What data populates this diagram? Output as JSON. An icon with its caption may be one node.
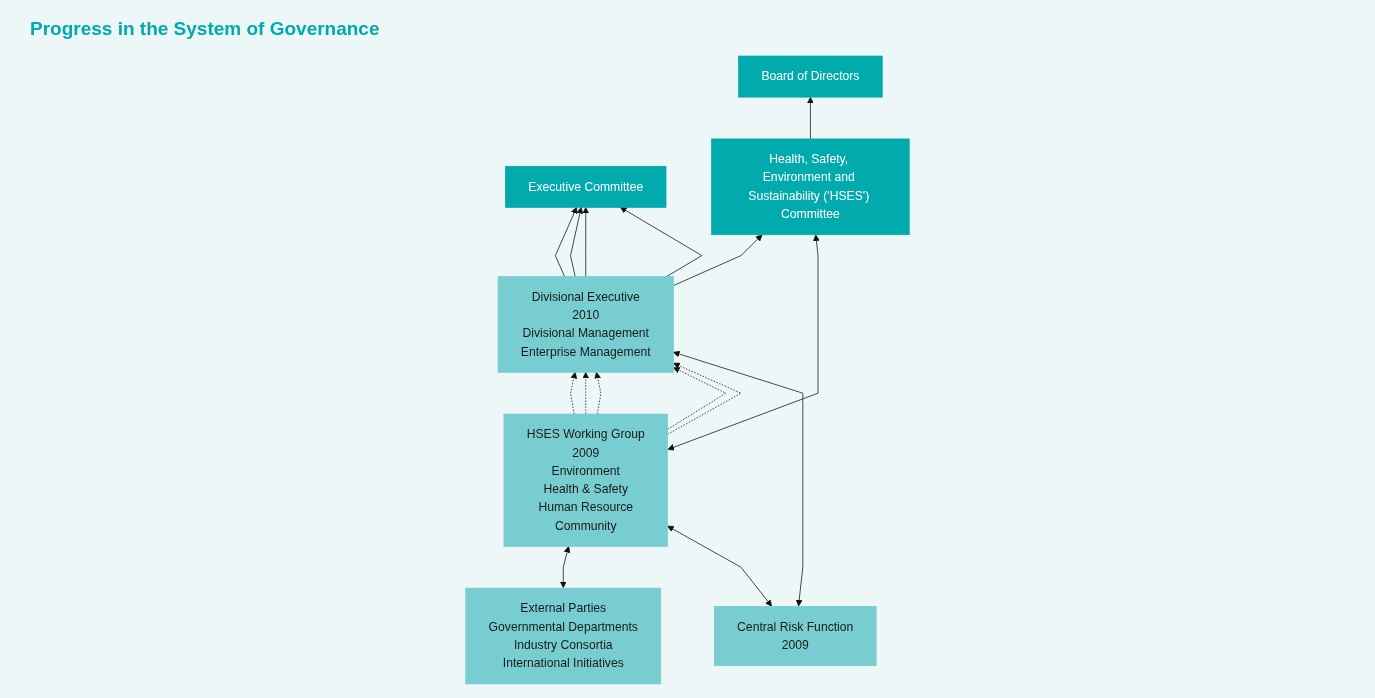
{
  "diagram": {
    "title": "Progress in the System of Governance",
    "nodes": [
      {
        "text": [
          "Board of Directors"
        ]
      },
      {
        "text": [
          "Executive Committee"
        ]
      },
      {
        "text": [
          "Health, Safety, Environment and Sustainability ('HSES') Committee"
        ]
      },
      {
        "text": [
          "Divisional Executive",
          "2010",
          "Divisional Management",
          "Enterprise Management"
        ]
      },
      {
        "text": [
          "HSES Working Group",
          "2009",
          "Environment",
          "Health & Safety",
          "Human Resource",
          "Community"
        ]
      },
      {
        "text": [
          "External Parties",
          "Governmental Departments",
          "Industry Consortia",
          "International Initiatives"
        ]
      },
      {
        "text": [
          "Central Risk Function",
          "2009"
        ]
      }
    ],
    "edges": [
      {
        "from": 2,
        "to": 0,
        "arrow": "to"
      },
      {
        "from": 3,
        "to": 1,
        "arrow": "to"
      },
      {
        "from": 3,
        "to": 1,
        "arrow": "to"
      },
      {
        "from": 3,
        "to": 1,
        "arrow": "to"
      },
      {
        "from": 3,
        "to": 1,
        "arrow": "to"
      },
      {
        "from": 3,
        "to": 2,
        "arrow": "to"
      },
      {
        "from": 2,
        "to": 4,
        "arrow": "both"
      },
      {
        "from": 4,
        "to": 3,
        "arrow": "to",
        "style": "dashed"
      },
      {
        "from": 4,
        "to": 3,
        "arrow": "to",
        "style": "dashed"
      },
      {
        "from": 4,
        "to": 3,
        "arrow": "to",
        "style": "dashed"
      },
      {
        "from": 4,
        "to": 3,
        "arrow": "to",
        "style": "dashed"
      },
      {
        "from": 4,
        "to": 3,
        "arrow": "to",
        "style": "dashed"
      },
      {
        "from": 4,
        "to": 5,
        "arrow": "both"
      },
      {
        "from": 3,
        "to": 6,
        "arrow": "both"
      },
      {
        "from": 4,
        "to": 6,
        "arrow": "both"
      }
    ]
  }
}
